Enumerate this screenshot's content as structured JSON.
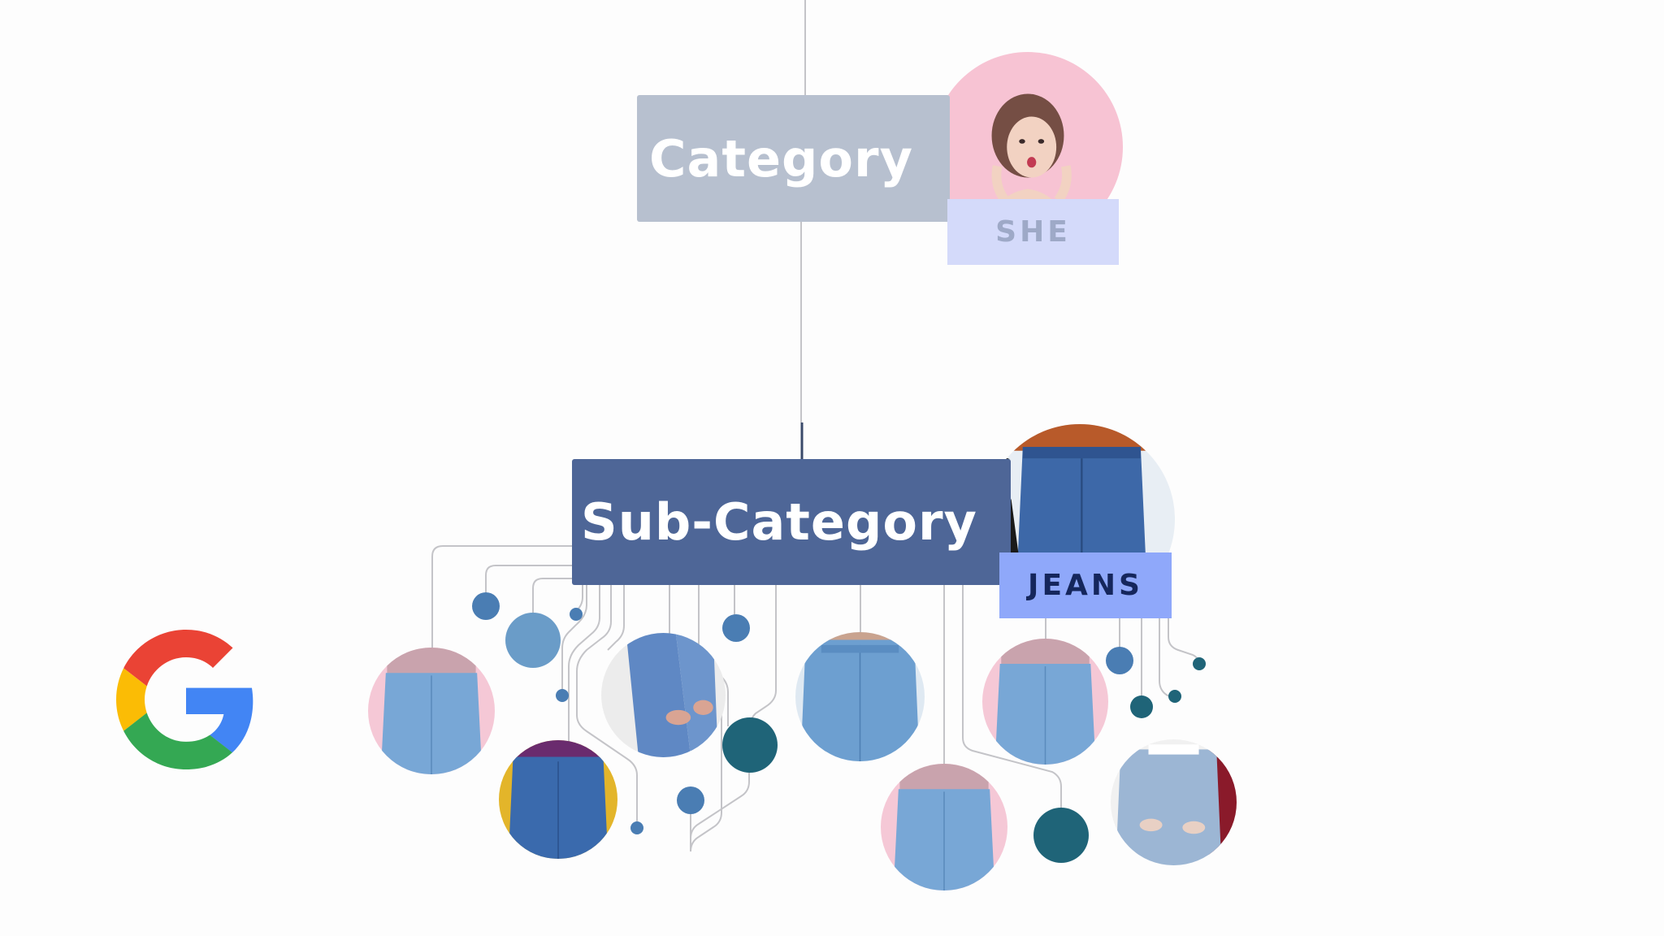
{
  "category": {
    "label": "Category",
    "tag": "SHE"
  },
  "subcategory": {
    "label": "Sub-Category",
    "tag": "JEANS"
  },
  "logo": {
    "name": "google-g-logo",
    "colors": {
      "red": "#ea4335",
      "yellow": "#fbbc05",
      "green": "#34a853",
      "blue": "#4285f4"
    }
  },
  "colors": {
    "category_box": "#b7c0cf",
    "subcategory_box": "#4e6697",
    "she_tag": "#d4dafa",
    "jeans_tag": "#8fa8fa",
    "dot_blue": "#4a7db3",
    "dot_teal": "#1f6478",
    "connector": "#c8c8cc"
  }
}
